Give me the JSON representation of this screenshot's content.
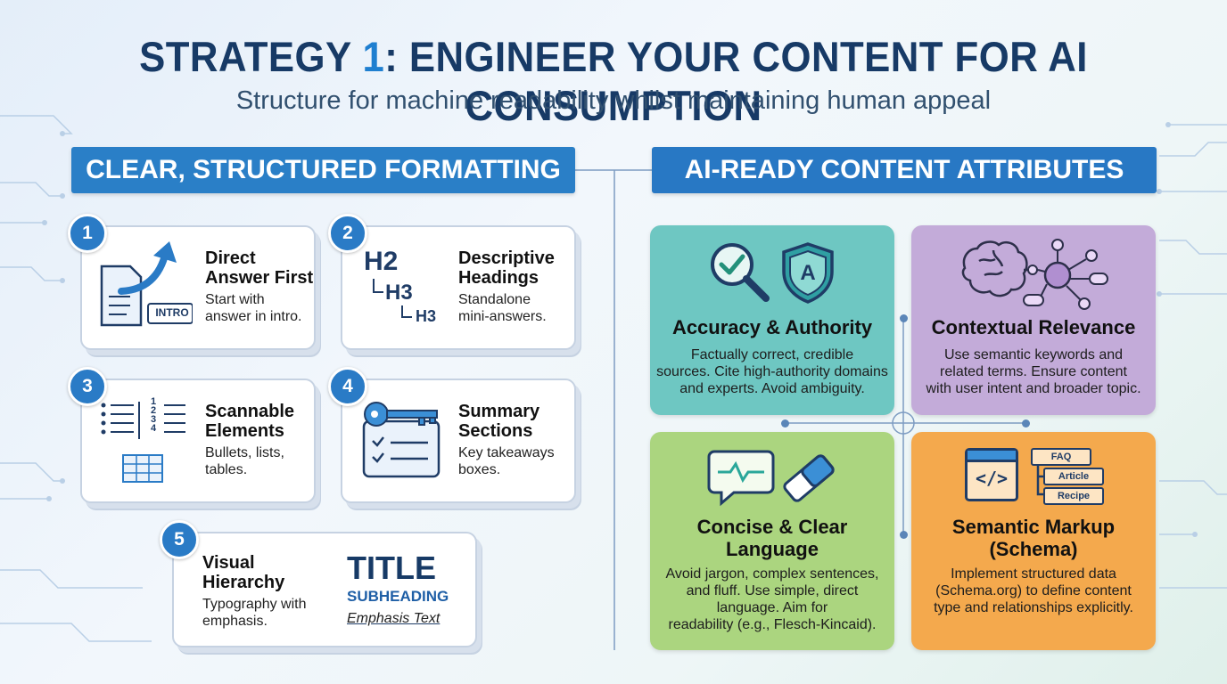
{
  "header": {
    "title_prefix": "STRATEGY ",
    "title_number": "1",
    "title_suffix": ": ENGINEER YOUR CONTENT FOR AI CONSUMPTION",
    "subtitle": "Structure for machine readability whilst maintaining human appeal"
  },
  "left": {
    "banner": "CLEAR, STRUCTURED FORMATTING",
    "cards": [
      {
        "num": "1",
        "title_l1": "Direct",
        "title_l2": "Answer First",
        "body_l1": "Start with",
        "body_l2": "answer in intro.",
        "icon_label": "INTRO"
      },
      {
        "num": "2",
        "title_l1": "Descriptive",
        "title_l2": "Headings",
        "body_l1": "Standalone",
        "body_l2": "mini-answers.",
        "icon_h2": "H2",
        "icon_h3a": "H3",
        "icon_h3b": "H3"
      },
      {
        "num": "3",
        "title_l1": "Scannable",
        "title_l2": "Elements",
        "body_l1": "Bullets, lists,",
        "body_l2": "tables.",
        "icon_list": [
          "1",
          "2",
          "3",
          "4"
        ]
      },
      {
        "num": "4",
        "title_l1": "Summary",
        "title_l2": "Sections",
        "body_l1": "Key takeaways",
        "body_l2": "boxes."
      },
      {
        "num": "5",
        "title_l1": "Visual",
        "title_l2": "Hierarchy",
        "body_l1": "Typography with",
        "body_l2": "emphasis.",
        "sample_title": "TITLE",
        "sample_subheading": "SUBHEADING",
        "sample_emphasis": "Emphasis Text"
      }
    ]
  },
  "right": {
    "banner": "AI-READY CONTENT ATTRIBUTES",
    "attributes": [
      {
        "title": "Accuracy & Authority",
        "lines": [
          "Factually correct, credible",
          "sources. Cite high-authority domains",
          "and experts. Avoid ambiguity."
        ],
        "shield_letter": "A"
      },
      {
        "title": "Contextual Relevance",
        "lines": [
          "Use semantic keywords and",
          "related terms. Ensure content",
          "with user intent and broader topic."
        ]
      },
      {
        "title_l1": "Concise & Clear",
        "title_l2": "Language",
        "lines": [
          "Avoid jargon, complex sentences,",
          "and fluff. Use simple, direct",
          "language. Aim for",
          "readability (e.g., Flesch-Kincaid)."
        ]
      },
      {
        "title_l1": "Semantic Markup",
        "title_l2": "(Schema)",
        "lines": [
          "Implement structured data",
          "(Schema.org) to define content",
          "type and relationships explicitly."
        ],
        "code_glyph": "</>",
        "tags": [
          "FAQ",
          "Article",
          "Recipe"
        ]
      }
    ]
  },
  "colors": {
    "navy": "#173a66",
    "accent_blue": "#2a7fc7",
    "teal": "#6ec7c2",
    "purple": "#c3abd9",
    "green": "#abd57f",
    "orange": "#f4a94d"
  }
}
